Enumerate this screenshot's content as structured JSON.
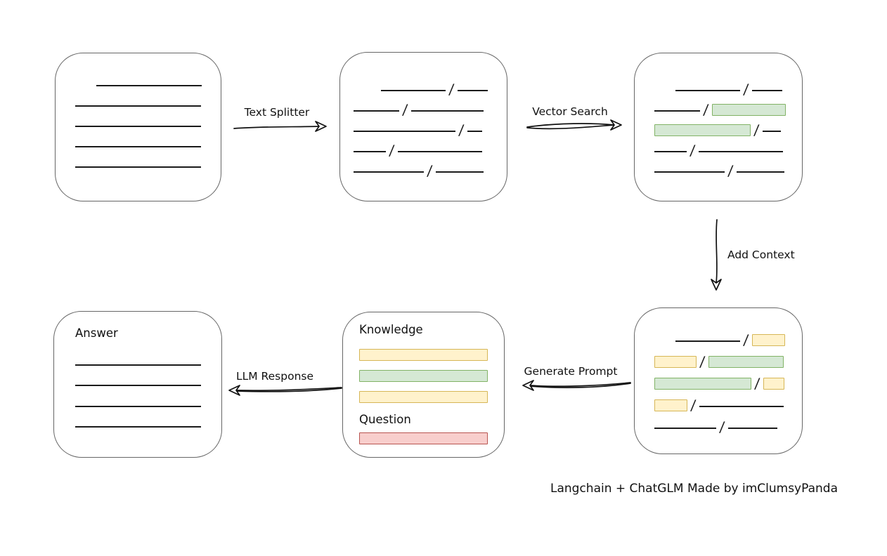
{
  "caption": "Langchain + ChatGLM Made by imClumsyPanda",
  "colors": {
    "box_border": "#666666",
    "line_color": "#1b1b1b",
    "arrow_color": "#111111",
    "green_fill": "#d5e8d4",
    "green_border": "#82b366",
    "yellow_fill": "#fff2cc",
    "yellow_border": "#d6b656",
    "red_fill": "#f8cecc",
    "red_border": "#b85450"
  },
  "arrows": [
    {
      "id": "text-splitter",
      "label": "Text Splitter",
      "direction": "right"
    },
    {
      "id": "vector-search",
      "label": "Vector Search",
      "direction": "right"
    },
    {
      "id": "add-context",
      "label": "Add Context",
      "direction": "down"
    },
    {
      "id": "generate-prompt",
      "label": "Generate Prompt",
      "direction": "left"
    },
    {
      "id": "llm-response",
      "label": "LLM Response",
      "direction": "left"
    }
  ],
  "boxes": {
    "source_document": {
      "description": "original document with plain text lines",
      "rows": [
        {
          "indent": 30,
          "segments": [
            {
              "type": "line",
              "w": 150
            }
          ]
        },
        {
          "segments": [
            {
              "type": "line",
              "w": 179
            }
          ]
        },
        {
          "segments": [
            {
              "type": "line",
              "w": 179
            }
          ]
        },
        {
          "segments": [
            {
              "type": "line",
              "w": 179
            }
          ]
        },
        {
          "segments": [
            {
              "type": "line",
              "w": 179
            }
          ]
        }
      ]
    },
    "split_text": {
      "description": "document split into chunks by slashes",
      "rows": [
        {
          "indent": 39,
          "segments": [
            {
              "type": "line",
              "w": 92
            },
            {
              "type": "slash"
            },
            {
              "type": "line",
              "w": 43
            }
          ]
        },
        {
          "segments": [
            {
              "type": "line",
              "w": 65
            },
            {
              "type": "slash"
            },
            {
              "type": "line",
              "w": 103
            }
          ]
        },
        {
          "segments": [
            {
              "type": "line",
              "w": 145
            },
            {
              "type": "slash"
            },
            {
              "type": "line",
              "w": 21
            }
          ]
        },
        {
          "segments": [
            {
              "type": "line",
              "w": 46
            },
            {
              "type": "slash"
            },
            {
              "type": "line",
              "w": 120
            }
          ]
        },
        {
          "segments": [
            {
              "type": "line",
              "w": 100
            },
            {
              "type": "slash"
            },
            {
              "type": "line",
              "w": 68
            }
          ]
        }
      ]
    },
    "matched_chunks": {
      "description": "vector search result: matching chunks highlighted green",
      "rows": [
        {
          "indent": 30,
          "segments": [
            {
              "type": "line",
              "w": 92
            },
            {
              "type": "slash"
            },
            {
              "type": "line",
              "w": 43
            }
          ]
        },
        {
          "segments": [
            {
              "type": "line",
              "w": 65
            },
            {
              "type": "slash"
            },
            {
              "type": "chunk",
              "color": "green",
              "w": 105
            }
          ]
        },
        {
          "segments": [
            {
              "type": "chunk",
              "color": "green",
              "w": 137
            },
            {
              "type": "slash"
            },
            {
              "type": "line",
              "w": 26
            }
          ]
        },
        {
          "segments": [
            {
              "type": "line",
              "w": 46
            },
            {
              "type": "slash"
            },
            {
              "type": "line",
              "w": 120
            }
          ]
        },
        {
          "segments": [
            {
              "type": "line",
              "w": 100
            },
            {
              "type": "slash"
            },
            {
              "type": "line",
              "w": 68
            }
          ]
        }
      ]
    },
    "context_chunks": {
      "description": "context added: neighbor chunks highlighted yellow",
      "rows": [
        {
          "indent": 30,
          "segments": [
            {
              "type": "line",
              "w": 92
            },
            {
              "type": "slash"
            },
            {
              "type": "chunk",
              "color": "yellow",
              "w": 47
            }
          ]
        },
        {
          "segments": [
            {
              "type": "chunk",
              "color": "yellow",
              "w": 60
            },
            {
              "type": "slash"
            },
            {
              "type": "chunk",
              "color": "green",
              "w": 107
            }
          ]
        },
        {
          "segments": [
            {
              "type": "chunk",
              "color": "green",
              "w": 138
            },
            {
              "type": "slash"
            },
            {
              "type": "chunk",
              "color": "yellow",
              "w": 30
            }
          ]
        },
        {
          "segments": [
            {
              "type": "chunk",
              "color": "yellow",
              "w": 47
            },
            {
              "type": "slash"
            },
            {
              "type": "line",
              "w": 120
            }
          ]
        },
        {
          "segments": [
            {
              "type": "line",
              "w": 88
            },
            {
              "type": "slash"
            },
            {
              "type": "line",
              "w": 70
            }
          ]
        }
      ]
    },
    "prompt": {
      "knowledge_label": "Knowledge",
      "question_label": "Question",
      "knowledge_bars": [
        {
          "segments": [
            {
              "type": "chunk",
              "color": "yellow",
              "w": 183
            }
          ]
        },
        {
          "segments": [
            {
              "type": "chunk",
              "color": "green",
              "w": 183
            }
          ]
        },
        {
          "segments": [
            {
              "type": "chunk",
              "color": "yellow",
              "w": 183
            }
          ]
        }
      ],
      "question_bars": [
        {
          "segments": [
            {
              "type": "chunk",
              "color": "red",
              "w": 183
            }
          ]
        }
      ]
    },
    "answer": {
      "label": "Answer",
      "rows": [
        {
          "segments": [
            {
              "type": "line",
              "w": 179
            }
          ]
        },
        {
          "segments": [
            {
              "type": "line",
              "w": 179
            }
          ]
        },
        {
          "segments": [
            {
              "type": "line",
              "w": 179
            }
          ]
        },
        {
          "segments": [
            {
              "type": "line",
              "w": 179
            }
          ]
        }
      ]
    }
  }
}
